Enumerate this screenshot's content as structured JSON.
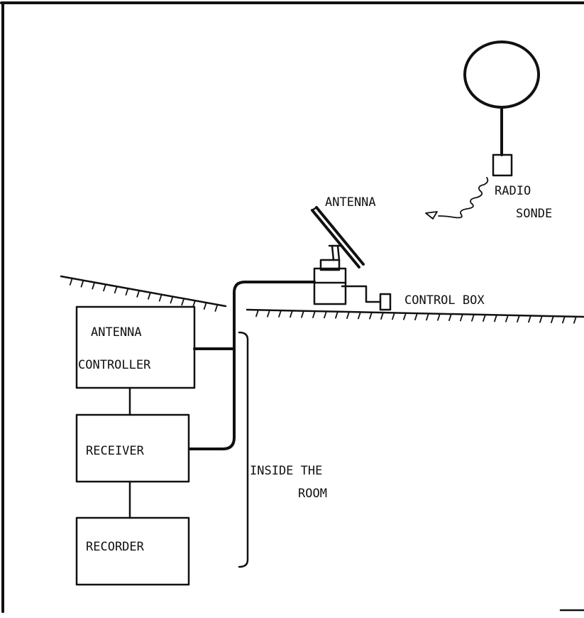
{
  "labels": {
    "antenna": "ANTENNA",
    "radio_sonde_line1": "RADIO",
    "radio_sonde_line2": "SONDE",
    "control_box": "CONTROL BOX",
    "antenna_controller_line1": "ANTENNA",
    "antenna_controller_line2": "CONTROLLER",
    "receiver": "RECEIVER",
    "recorder": "RECORDER",
    "inside_room_line1": "INSIDE THE",
    "inside_room_line2": "ROOM"
  },
  "colors": {
    "ink": "#111111",
    "paper": "#ffffff"
  }
}
